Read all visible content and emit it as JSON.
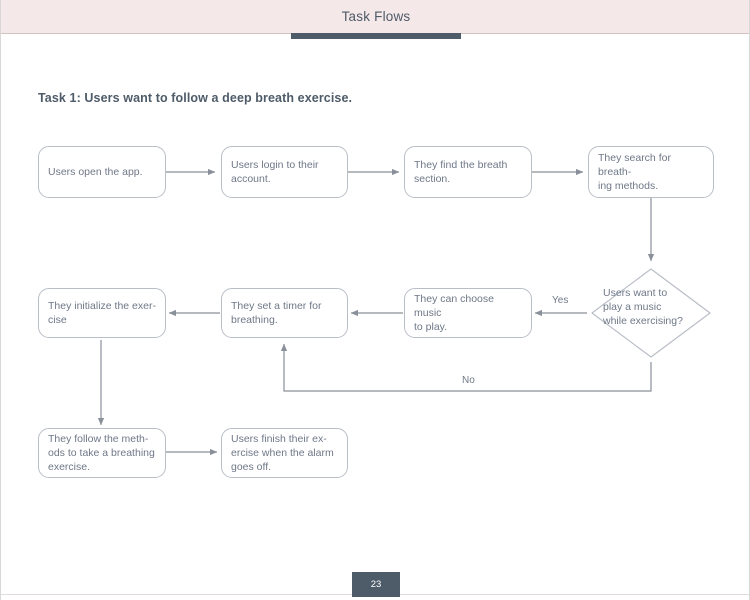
{
  "header": {
    "title": "Task Flows",
    "bar_color": "#f5e8e8",
    "accent_color": "#4e5b68"
  },
  "task": {
    "heading": "Task 1: Users want to follow a deep breath exercise."
  },
  "footer": {
    "page_number": "23"
  },
  "flow": {
    "node_text_color": "#6f7888",
    "node_border_color": "#b9bec6",
    "connector_color": "#8a9099",
    "nodes": [
      {
        "id": "n1",
        "label": "Users open the app."
      },
      {
        "id": "n2",
        "label": "Users login to their\naccount."
      },
      {
        "id": "n3",
        "label": "They find the breath\nsection."
      },
      {
        "id": "n4",
        "label": "They search for breath-\ning methods."
      },
      {
        "id": "d1",
        "label": "Users want to\nplay a music\nwhile exercising?"
      },
      {
        "id": "n5",
        "label": "They can choose music\nto play."
      },
      {
        "id": "n6",
        "label": "They set a timer for\nbreathing."
      },
      {
        "id": "n7",
        "label": "They initialize the exer-\ncise"
      },
      {
        "id": "n8",
        "label": "They follow the meth-\nods to take a breathing\nexercise."
      },
      {
        "id": "n9",
        "label": "Users finish their ex-\nercise when the alarm\ngoes off."
      }
    ],
    "edge_labels": {
      "yes": "Yes",
      "no": "No"
    }
  }
}
